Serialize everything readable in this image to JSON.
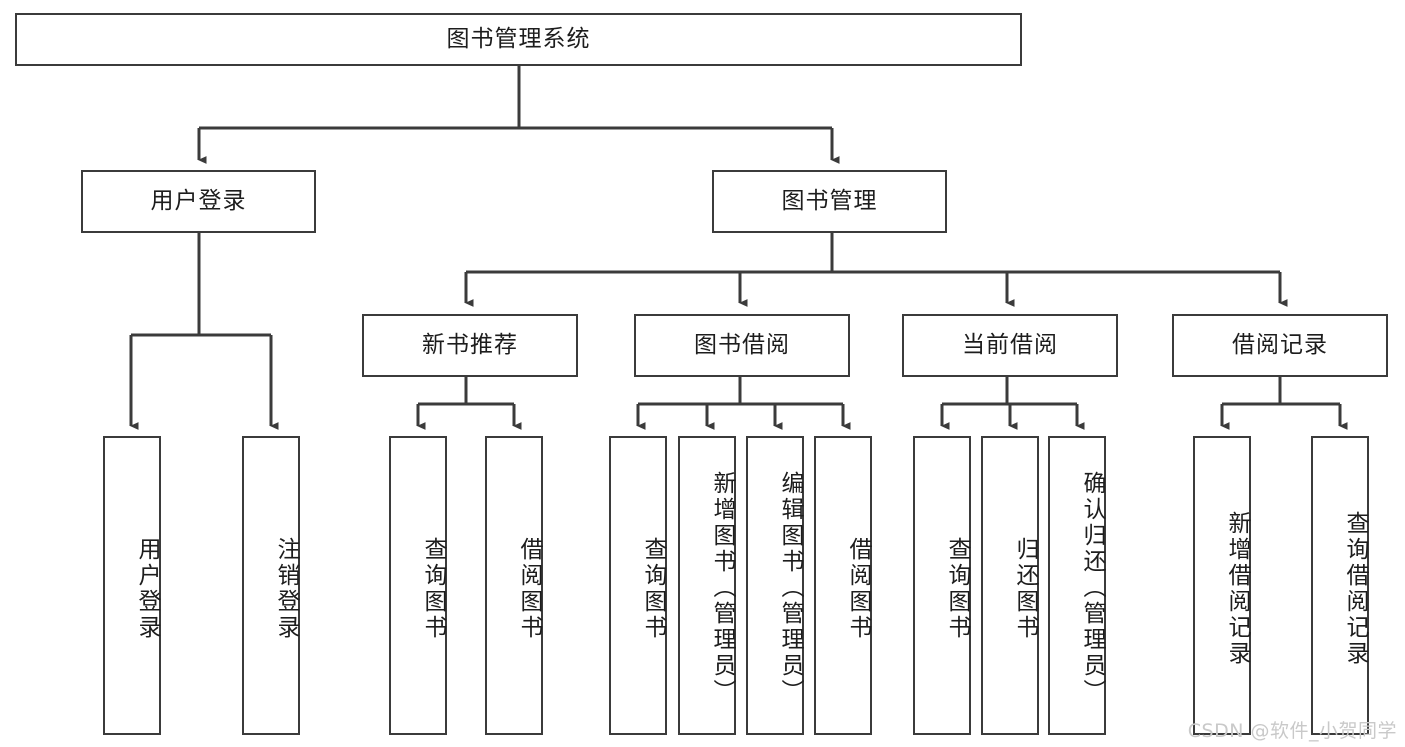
{
  "diagram": {
    "title": "图书管理系统",
    "type": "function-structure-tree",
    "colors": {
      "background": "#ffffff",
      "line": "#3b3b3b",
      "box_border": "#3b3b3b",
      "box_fill": "#ffffff",
      "text": "#1d1d1d",
      "watermark": "#c9c9c9"
    },
    "watermark": "CSDN @软件_小贺同学",
    "levels": {
      "root": {
        "label": "图书管理系统"
      },
      "level2": [
        {
          "id": "user-login",
          "label": "用户登录"
        },
        {
          "id": "book-manage",
          "label": "图书管理"
        }
      ],
      "level3": [
        {
          "id": "new-book-recommend",
          "label": "新书推荐",
          "parent": "book-manage"
        },
        {
          "id": "book-borrow",
          "label": "图书借阅",
          "parent": "book-manage"
        },
        {
          "id": "current-borrow",
          "label": "当前借阅",
          "parent": "book-manage"
        },
        {
          "id": "borrow-record",
          "label": "借阅记录",
          "parent": "book-manage"
        }
      ],
      "leaves": [
        {
          "id": "leaf-user-login",
          "label": "用户登录",
          "parent": "user-login"
        },
        {
          "id": "leaf-logout-login",
          "label": "注销登录",
          "parent": "user-login"
        },
        {
          "id": "leaf-query-book-1",
          "label": "查询图书",
          "parent": "new-book-recommend"
        },
        {
          "id": "leaf-borrow-book-1",
          "label": "借阅图书",
          "parent": "new-book-recommend"
        },
        {
          "id": "leaf-query-book-2",
          "label": "查询图书",
          "parent": "book-borrow"
        },
        {
          "id": "leaf-add-book",
          "label": "新增图书（管理员）",
          "parent": "book-borrow"
        },
        {
          "id": "leaf-edit-book",
          "label": "编辑图书（管理员）",
          "parent": "book-borrow"
        },
        {
          "id": "leaf-borrow-book-2",
          "label": "借阅图书",
          "parent": "book-borrow"
        },
        {
          "id": "leaf-query-book-3",
          "label": "查询图书",
          "parent": "current-borrow"
        },
        {
          "id": "leaf-return-book",
          "label": "归还图书",
          "parent": "current-borrow"
        },
        {
          "id": "leaf-confirm-return",
          "label": "确认归还（管理员）",
          "parent": "current-borrow"
        },
        {
          "id": "leaf-add-record",
          "label": "新增借阅记录",
          "parent": "borrow-record"
        },
        {
          "id": "leaf-query-record",
          "label": "查询借阅记录",
          "parent": "borrow-record"
        }
      ]
    }
  }
}
